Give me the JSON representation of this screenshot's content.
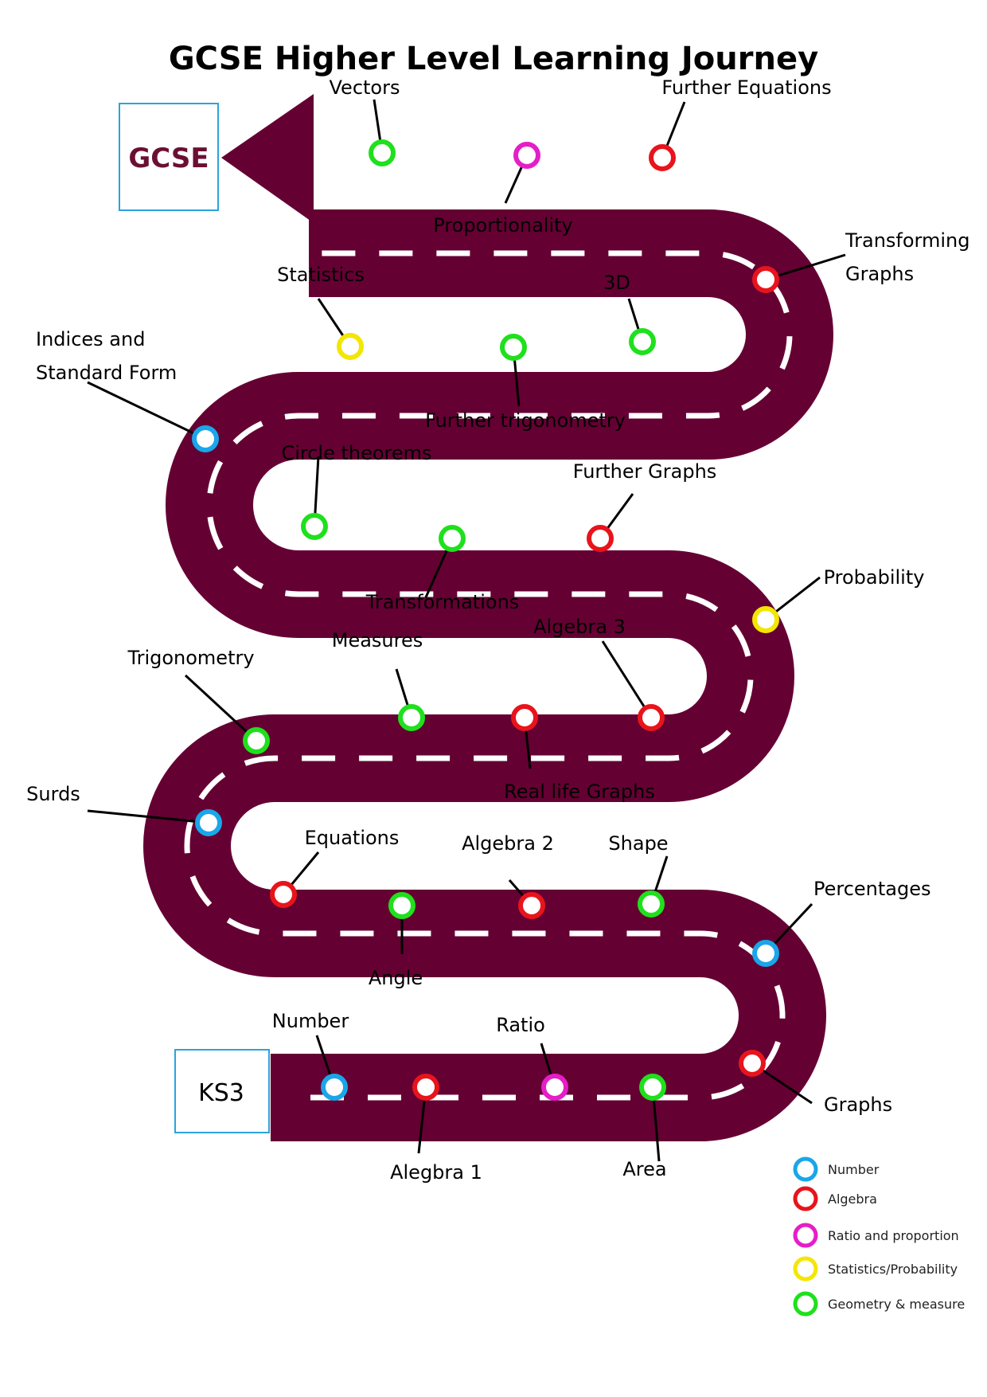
{
  "title": "GCSE Higher Level Learning Journey",
  "colors": {
    "road": "#650033",
    "dash": "#ffffff",
    "box_border": "#2aa3df",
    "Number": "#1aa6e8",
    "Algebra": "#e8141b",
    "Ratio": "#e51ec8",
    "Stats": "#f3e600",
    "Geometry": "#1fe01c"
  },
  "end_box": {
    "label": "GCSE"
  },
  "start_box": {
    "label": "KS3"
  },
  "topics": [
    {
      "name": "Number",
      "category": "Number"
    },
    {
      "name": "Alegbra 1",
      "category": "Algebra"
    },
    {
      "name": "Ratio",
      "category": "Ratio"
    },
    {
      "name": "Area",
      "category": "Geometry"
    },
    {
      "name": "Graphs",
      "category": "Algebra"
    },
    {
      "name": "Percentages",
      "category": "Number"
    },
    {
      "name": "Shape",
      "category": "Geometry"
    },
    {
      "name": "Algebra 2",
      "category": "Algebra"
    },
    {
      "name": "Angle",
      "category": "Geometry"
    },
    {
      "name": "Equations",
      "category": "Algebra"
    },
    {
      "name": "Surds",
      "category": "Number"
    },
    {
      "name": "Trigonometry",
      "category": "Geometry"
    },
    {
      "name": "Measures",
      "category": "Geometry"
    },
    {
      "name": "Real life Graphs",
      "category": "Algebra"
    },
    {
      "name": "Algebra 3",
      "category": "Algebra"
    },
    {
      "name": "Probability",
      "category": "Stats"
    },
    {
      "name": "Further Graphs",
      "category": "Algebra"
    },
    {
      "name": "Transformations",
      "category": "Geometry"
    },
    {
      "name": "Circle theorems",
      "category": "Geometry"
    },
    {
      "name": "Indices and Standard Form",
      "category": "Number"
    },
    {
      "name": "Statistics",
      "category": "Stats"
    },
    {
      "name": "Further trigonometry",
      "category": "Geometry"
    },
    {
      "name": "3D",
      "category": "Geometry"
    },
    {
      "name": "Transforming Graphs",
      "category": "Algebra"
    },
    {
      "name": "Further Equations",
      "category": "Algebra"
    },
    {
      "name": "Proportionality",
      "category": "Ratio"
    },
    {
      "name": "Vectors",
      "category": "Geometry"
    }
  ],
  "legend": [
    {
      "label": "Number",
      "category": "Number"
    },
    {
      "label": "Algebra",
      "category": "Algebra"
    },
    {
      "label": "Ratio and proportion",
      "category": "Ratio"
    },
    {
      "label": "Statistics/Probability",
      "category": "Stats"
    },
    {
      "label": "Geometry & measure",
      "category": "Geometry"
    }
  ]
}
